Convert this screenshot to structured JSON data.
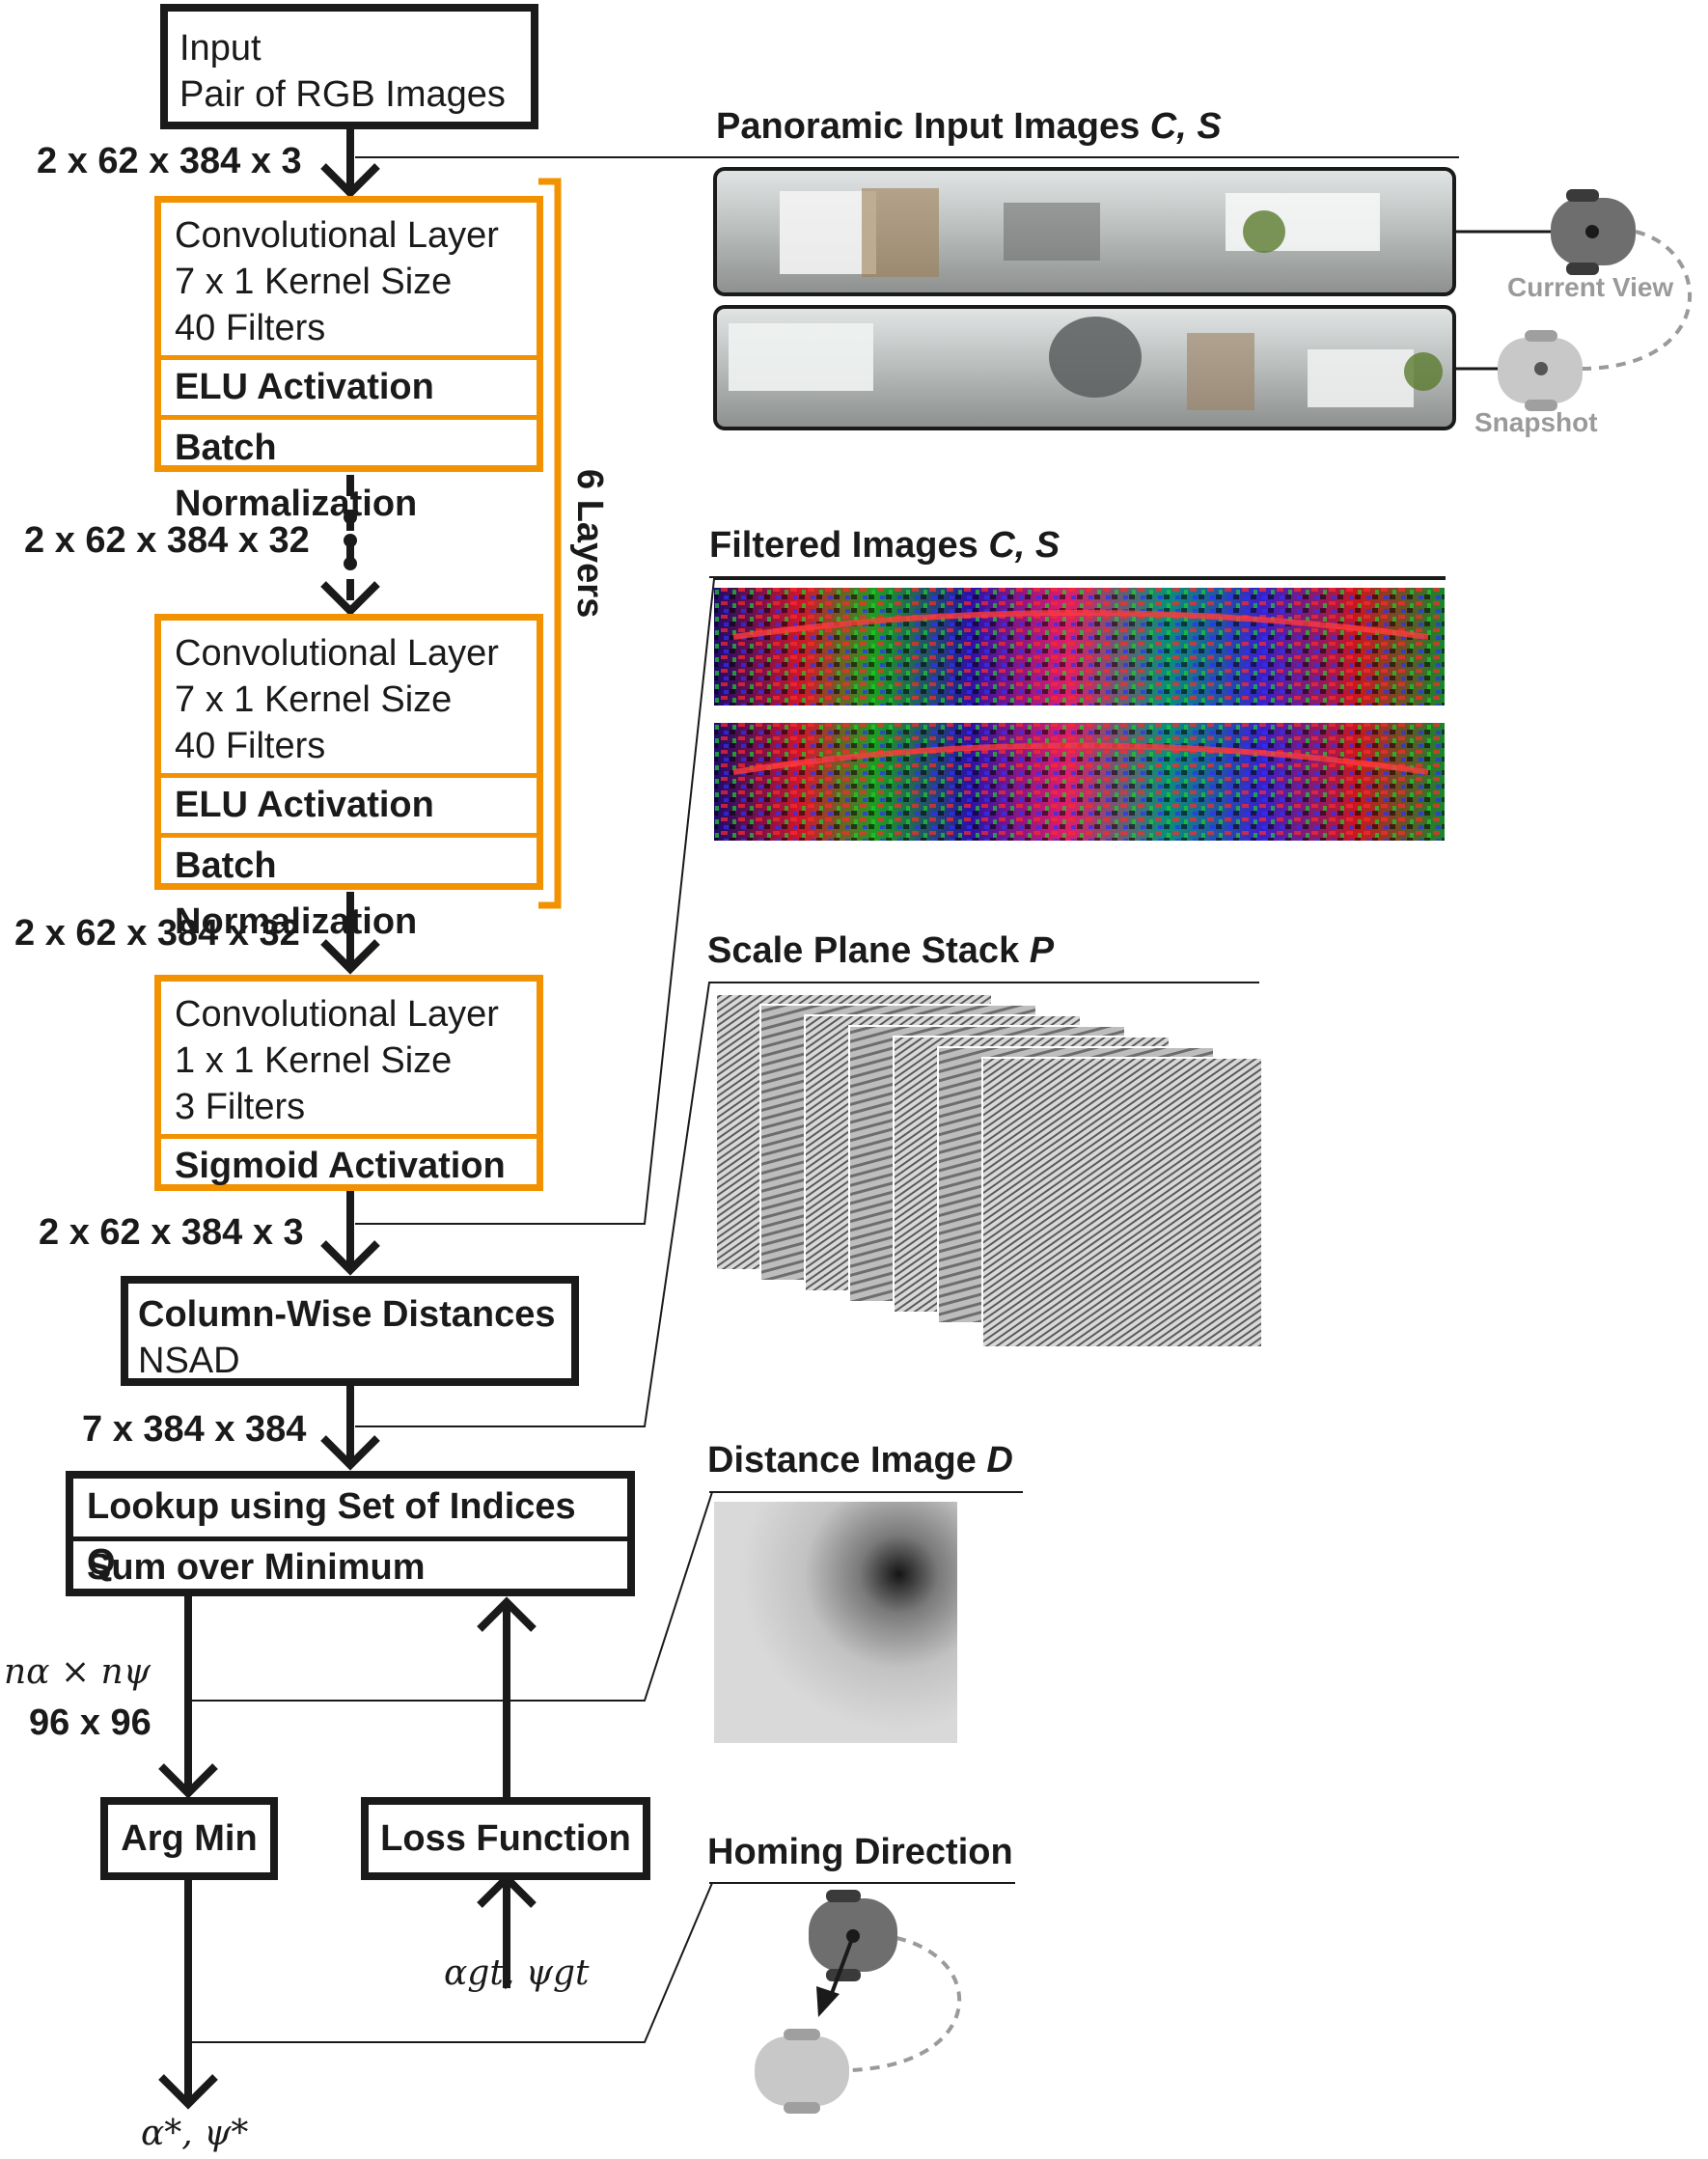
{
  "input": {
    "title": "Input",
    "subtitle": "Pair of RGB Images"
  },
  "dims": {
    "d1": "2 x 62 x 384 x 3",
    "d2": "2 x 62 x 384 x 32",
    "d3": "2 x 62 x 384 x 32",
    "d4": "2 x 62 x 384 x 3",
    "d5": "7 x 384 x 384",
    "d6a": "nα × nψ",
    "d6b": "96 x 96"
  },
  "conv1": {
    "title": "Convolutional Layer",
    "kernel": "7 x 1 Kernel Size",
    "filters": "40 Filters",
    "act": "ELU Activation",
    "norm": "Batch Normalization"
  },
  "conv2": {
    "title": "Convolutional Layer",
    "kernel": "7 x 1 Kernel Size",
    "filters": "40 Filters",
    "act": "ELU Activation",
    "norm": "Batch Normalization"
  },
  "conv3": {
    "title": "Convolutional Layer",
    "kernel": "1 x 1 Kernel Size",
    "filters": "3 Filters",
    "act": "Sigmoid Activation"
  },
  "layers_bracket": "6 Layers",
  "distances": {
    "title": "Column-Wise Distances",
    "sub": "NSAD"
  },
  "lookup": {
    "row1": "Lookup using Set of Indices Q",
    "row2": "Sum over Minimum"
  },
  "argmin": "Arg Min",
  "loss": "Loss Function",
  "gt": "αgt, ψgt",
  "out": "α*, ψ*",
  "panels": {
    "panoramic": {
      "title": "Panoramic Input Images ",
      "vars": "C, S",
      "current": "Current View",
      "snapshot": "Snapshot"
    },
    "filtered": {
      "title": "Filtered Images ",
      "vars": "C, S"
    },
    "stack": {
      "title": "Scale Plane Stack ",
      "vars": "P"
    },
    "distance": {
      "title": "Distance Image ",
      "vars": "D"
    },
    "homing": {
      "title": "Homing Direction"
    }
  },
  "colors": {
    "orange": "#f39200",
    "black": "#1a1a1a",
    "gray": "#9a9a9a"
  }
}
